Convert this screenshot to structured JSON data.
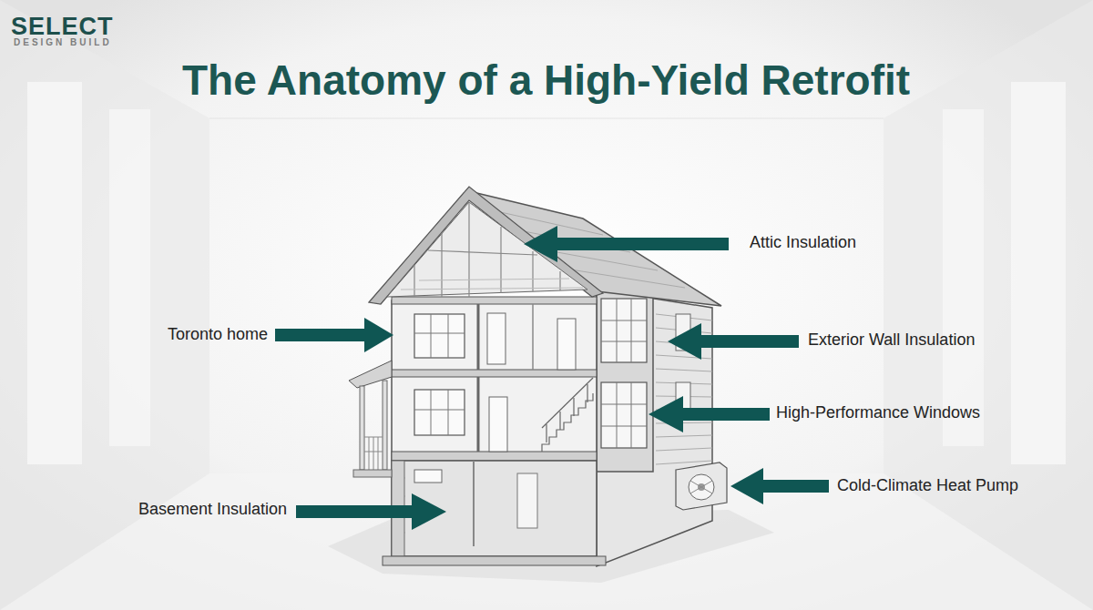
{
  "diagram": {
    "title": "The Anatomy of a High-Yield Retrofit",
    "labels": [
      "SELECT",
      "DESIGN BUILD",
      "Attic Insulation",
      "Toronto home",
      "Exterior Wall Insulation",
      "High-Performance Windows",
      "Cold-Climate Heat Pump",
      "Basement Insulation"
    ]
  }
}
